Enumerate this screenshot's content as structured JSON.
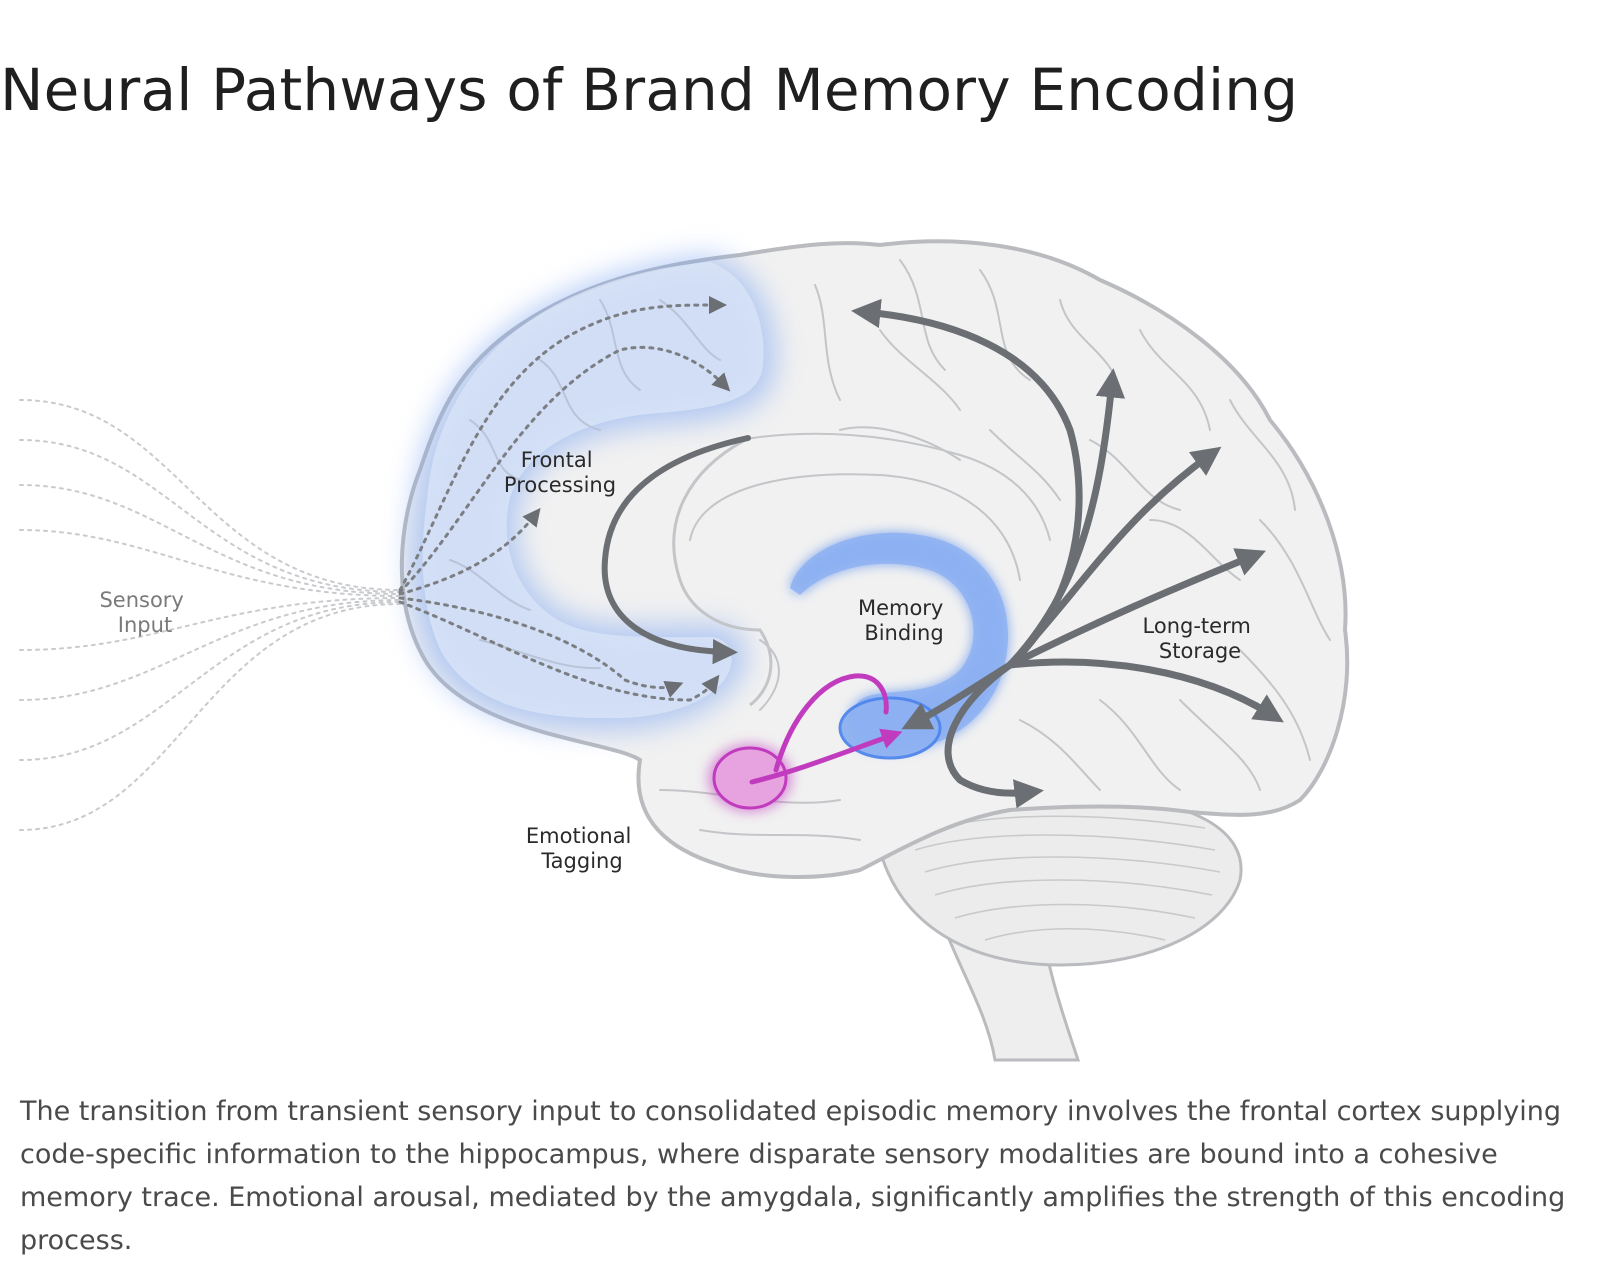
{
  "title": "Neural Pathways of Brand Memory Encoding",
  "labels": {
    "sensory_input": [
      "Sensory",
      "Input"
    ],
    "frontal_processing": [
      "Frontal",
      "Processing"
    ],
    "memory_binding": [
      "Memory",
      "Binding"
    ],
    "long_term_storage": [
      "Long-term",
      "Storage"
    ],
    "emotional_tagging": [
      "Emotional",
      "Tagging"
    ]
  },
  "caption": "The transition from transient sensory input to consolidated episodic memory involves the frontal cortex supplying code-specific information to the hippocampus, where disparate sensory modalities are bound into a cohesive memory trace. Emotional arousal, mediated by the amygdala, significantly amplifies the strength of this encoding process.",
  "colors": {
    "frontal_glow": "#7ea6f2",
    "hippocampus": "#4f86ec",
    "amygdala": "#c13bbf",
    "arrow_gray": "#6b6e72",
    "brain_fill": "#f1f1f1",
    "brain_outline": "#b9bbbe"
  }
}
